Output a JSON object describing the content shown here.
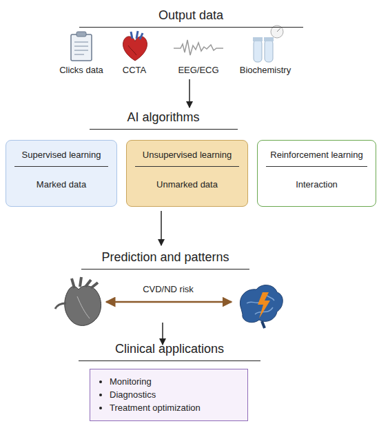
{
  "diagram": {
    "nodes": [
      {
        "text": [
          "Supervised learning",
          "Marked data"
        ]
      },
      {
        "text": [
          "Unsupervised learning",
          "Unmarked data"
        ]
      },
      {
        "text": [
          "Reinforcement learning",
          "Interaction"
        ]
      },
      {
        "text": [
          "Clinical applications",
          "Monitoring",
          "Diagnostics",
          "Treatment optimization"
        ]
      }
    ],
    "labels": [
      "Output data",
      "Clicks data",
      "CCTA",
      "EEG/ECG",
      "Biochemistry",
      "AI algorithms",
      "Prediction and patterns",
      "CVD/ND risk"
    ]
  }
}
